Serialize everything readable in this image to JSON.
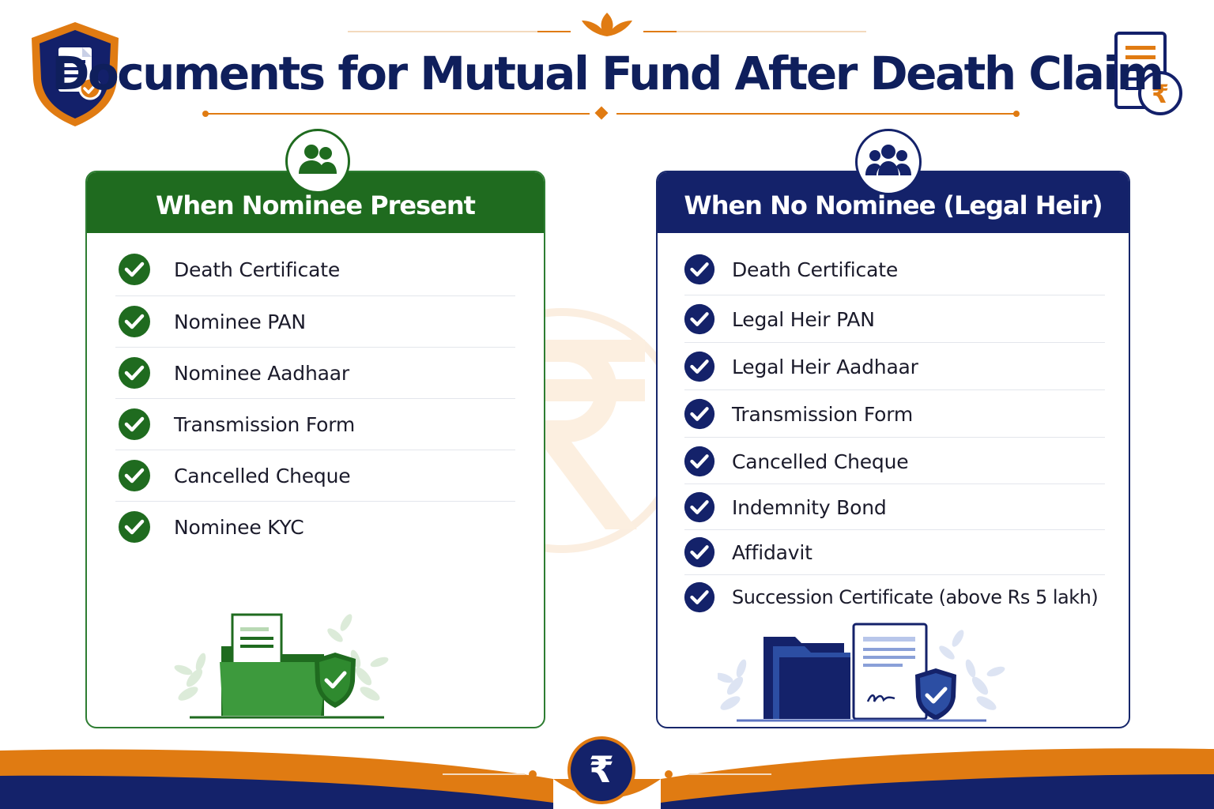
{
  "title": "Documents for Mutual Fund After Death Claim",
  "colors": {
    "navy": "#14226a",
    "green": "#1f6b1f",
    "orange": "#e07b12"
  },
  "left_panel": {
    "heading": "When Nominee Present",
    "icon": "people-icon",
    "items": [
      "Death Certificate",
      "Nominee PAN",
      "Nominee Aadhaar",
      "Transmission Form",
      "Cancelled Cheque",
      "Nominee KYC"
    ]
  },
  "right_panel": {
    "heading": "When No Nominee (Legal Heir)",
    "icon": "group-icon",
    "items": [
      "Death Certificate",
      "Legal Heir PAN",
      "Legal Heir Aadhaar",
      "Transmission Form",
      "Cancelled Cheque",
      "Indemnity Bond",
      "Affidavit",
      "Succession Certificate (above Rs 5 lakh)"
    ]
  },
  "footer": {
    "symbol": "₹"
  }
}
